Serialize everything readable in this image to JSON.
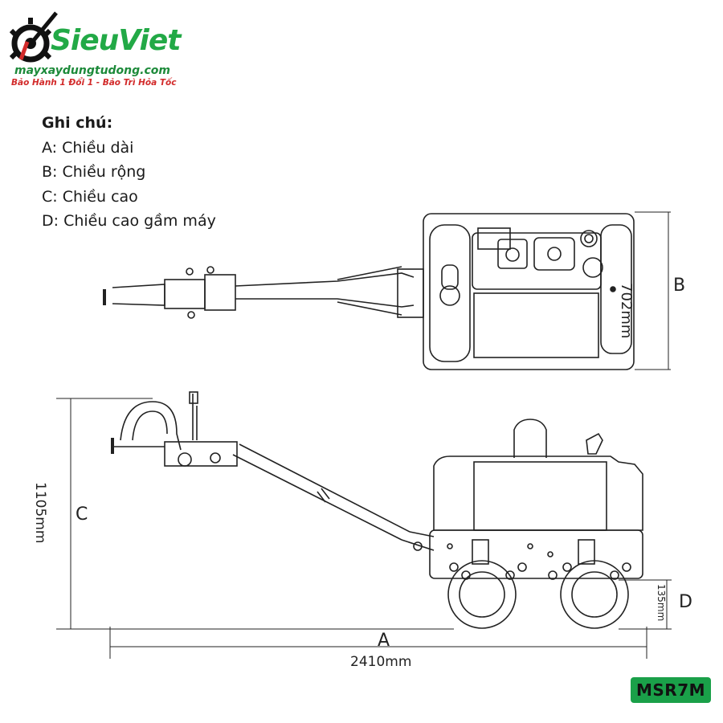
{
  "logo": {
    "brand": "SieuViet",
    "website": "mayxaydungtudong.com",
    "tagline": "Bảo Hành 1 Đổi 1 - Bảo Trì Hỏa Tốc",
    "brand_color": "#22a946",
    "accent_color": "#d22a2a"
  },
  "notes": {
    "heading": "Ghi chú:",
    "items": [
      "A: Chiều dài",
      "B: Chiều rộng",
      "C: Chiều cao",
      "D: Chiều cao gầm máy"
    ]
  },
  "dimensions": {
    "width_value": "702mm",
    "width_letter": "B",
    "height_value": "1105mm",
    "height_letter": "C",
    "clearance_value": "135mm",
    "clearance_letter": "D",
    "length_letter": "A",
    "length_value": "2410mm"
  },
  "model_badge": "MSR7M"
}
